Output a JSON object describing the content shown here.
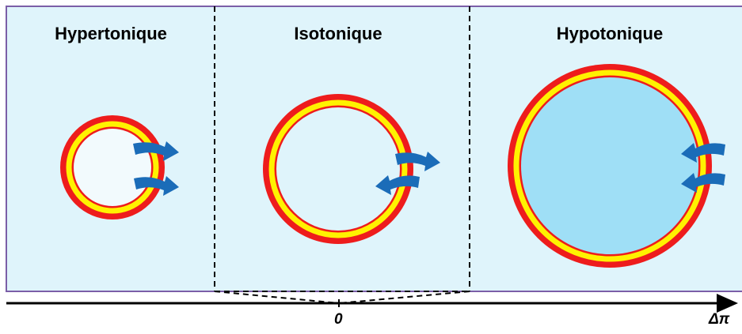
{
  "panels": {
    "hypertonic": {
      "title": "Hypertonique"
    },
    "isotonic": {
      "title": "Isotonique"
    },
    "hypotonic": {
      "title": "Hypotonique"
    }
  },
  "axis": {
    "zero_label": "0",
    "axis_label": "Δπ"
  },
  "colors": {
    "background": "#dff4fb",
    "frame": "#7b5ea7",
    "membrane_outer": "#ee1c1c",
    "membrane_inner": "#fff200",
    "cell_hypertonic": "#f2fafd",
    "cell_isotonic": "#dff4fb",
    "cell_hypotonic": "#9fdff6",
    "arrow": "#1b6cb8"
  },
  "arrows": {
    "hypertonic": "outward",
    "isotonic": "bidirectional",
    "hypotonic": "inward"
  }
}
